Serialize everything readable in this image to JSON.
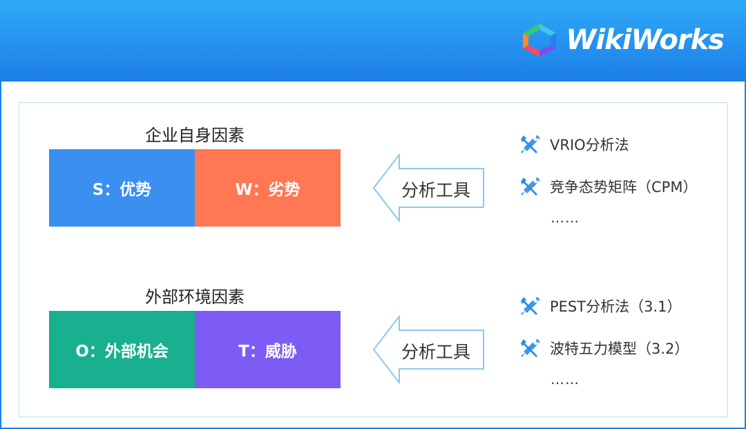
{
  "brand": {
    "name": "WikiWorks"
  },
  "sections": [
    {
      "title": "企业自身因素",
      "boxes": [
        {
          "label": "S：优势",
          "color": "#3b8ff0"
        },
        {
          "label": "W：劣势",
          "color": "#ff7753"
        }
      ],
      "arrow_label": "分析工具",
      "tools": [
        "VRIO分析法",
        "竞争态势矩阵（CPM）"
      ],
      "more": "……"
    },
    {
      "title": "外部环境因素",
      "boxes": [
        {
          "label": "O：外部机会",
          "color": "#18b08f"
        },
        {
          "label": "T：威胁",
          "color": "#7d5cf5"
        }
      ],
      "arrow_label": "分析工具",
      "tools": [
        "PEST分析法（3.1）",
        "波特五力模型（3.2）"
      ],
      "more": "……"
    }
  ],
  "colors": {
    "header": "#1d7fe8",
    "tool_icon": "#2a8de6",
    "arrow_stroke": "#8cc6ee"
  }
}
